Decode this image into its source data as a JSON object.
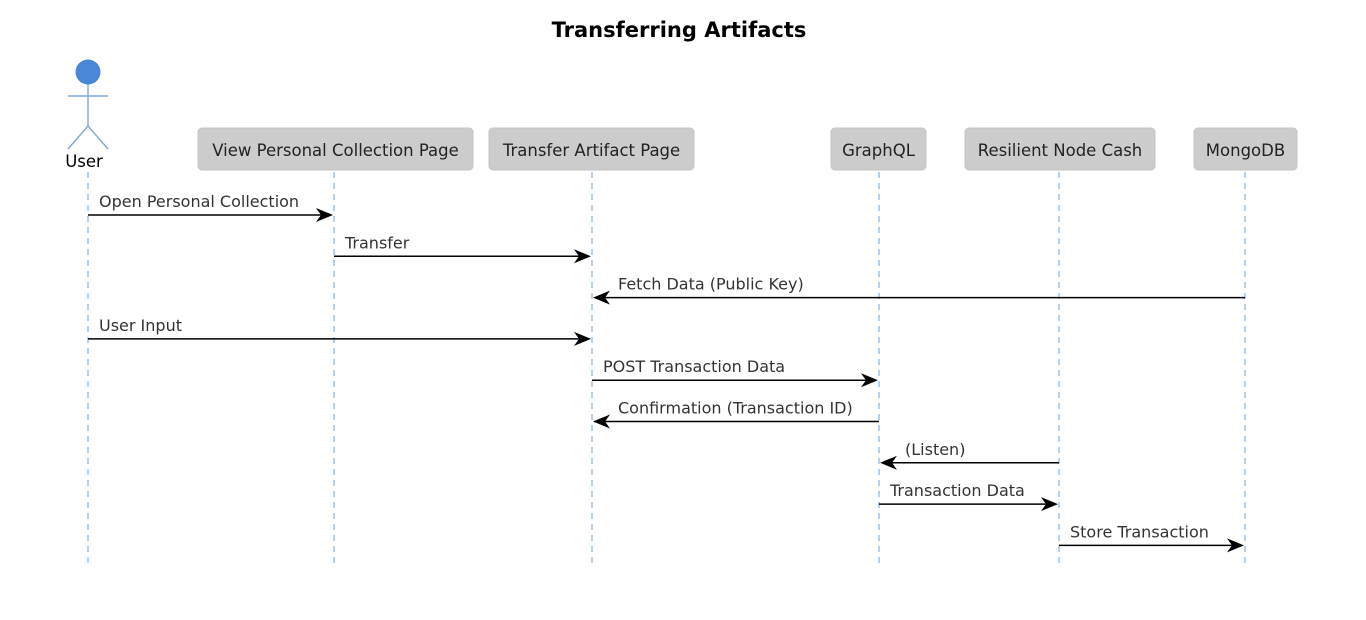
{
  "diagram": {
    "type": "sequence",
    "title": "Transferring Artifacts",
    "actor": {
      "label": "User"
    },
    "participants": [
      {
        "id": "user",
        "label": "User",
        "kind": "actor"
      },
      {
        "id": "collection",
        "label": "View Personal Collection Page",
        "kind": "box"
      },
      {
        "id": "transfer",
        "label": "Transfer Artifact Page",
        "kind": "box"
      },
      {
        "id": "graphql",
        "label": "GraphQL",
        "kind": "box"
      },
      {
        "id": "node",
        "label": "Resilient Node Cash",
        "kind": "box"
      },
      {
        "id": "mongo",
        "label": "MongoDB",
        "kind": "box"
      }
    ],
    "messages": [
      {
        "from": "user",
        "to": "collection",
        "label": "Open Personal Collection"
      },
      {
        "from": "collection",
        "to": "transfer",
        "label": "Transfer"
      },
      {
        "from": "mongo",
        "to": "transfer",
        "label": "Fetch Data (Public Key)"
      },
      {
        "from": "user",
        "to": "transfer",
        "label": "User Input"
      },
      {
        "from": "transfer",
        "to": "graphql",
        "label": "POST Transaction Data"
      },
      {
        "from": "graphql",
        "to": "transfer",
        "label": "Confirmation (Transaction ID)"
      },
      {
        "from": "node",
        "to": "graphql",
        "label": "(Listen)"
      },
      {
        "from": "graphql",
        "to": "node",
        "label": "Transaction Data"
      },
      {
        "from": "node",
        "to": "mongo",
        "label": "Store Transaction"
      }
    ]
  }
}
